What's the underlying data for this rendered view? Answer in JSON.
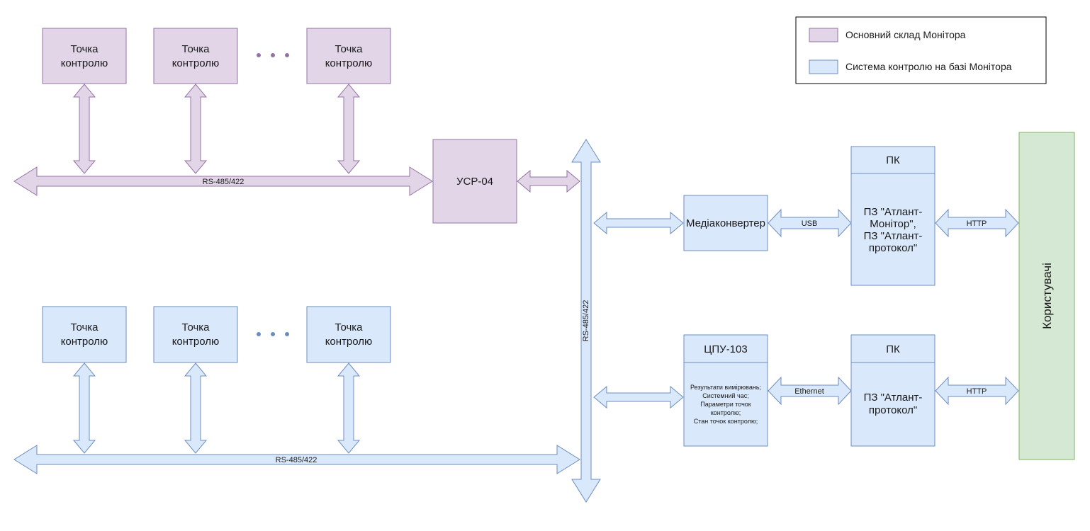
{
  "colors": {
    "monitor_fill": "#e1d5e7",
    "monitor_stroke": "#9673a6",
    "control_fill": "#dae8fc",
    "control_stroke": "#6c8ebf",
    "users_fill": "#d5e8d4",
    "users_stroke": "#82b366"
  },
  "legend": {
    "monitor_label": "Основний склад Монітора",
    "control_label": "Система контролю на базі Монітора"
  },
  "top_group": {
    "points": [
      {
        "line1": "Точка",
        "line2": "контролю"
      },
      {
        "line1": "Точка",
        "line2": "контролю"
      },
      {
        "line1": "Точка",
        "line2": "контролю"
      }
    ],
    "bus_label": "RS-485/422",
    "usr_label": "УСР-04"
  },
  "bottom_group": {
    "points": [
      {
        "line1": "Точка",
        "line2": "контролю"
      },
      {
        "line1": "Точка",
        "line2": "контролю"
      },
      {
        "line1": "Точка",
        "line2": "контролю"
      }
    ],
    "bus_label": "RS-485/422"
  },
  "vertical_bus_label": "RS-485/422",
  "media_converter": {
    "label": "Медіаконвертер"
  },
  "usb_label": "USB",
  "pc_top": {
    "title": "ПК",
    "lines": [
      "ПЗ \"Атлант-",
      "Монітор\",",
      "ПЗ \"Атлант-",
      "протокол\""
    ]
  },
  "http_top_label": "HTTP",
  "cpu": {
    "title": "ЦПУ-103",
    "lines": [
      "Результати вимірювань;",
      "Системний час;",
      "Параметри точок",
      "контролю;",
      "Стан точок контролю;"
    ]
  },
  "ethernet_label": "Ethernet",
  "pc_bottom": {
    "title": "ПК",
    "lines": [
      "ПЗ \"Атлант-",
      "протокол\""
    ]
  },
  "http_bottom_label": "HTTP",
  "users": {
    "label": "Користувачі"
  }
}
